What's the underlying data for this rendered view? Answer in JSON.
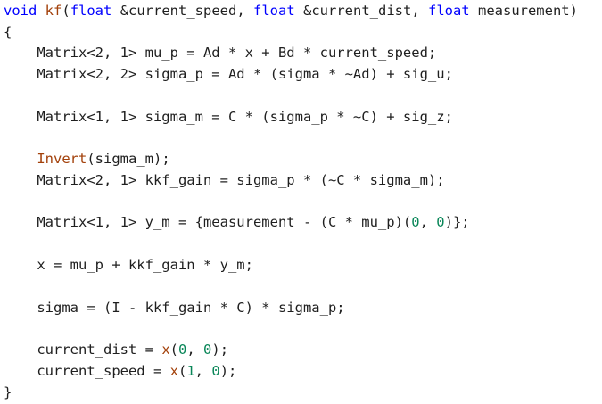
{
  "code": {
    "l1_void": "void",
    "l1_sp1": " ",
    "l1_fn": "kf",
    "l1_p1": "(",
    "l1_float1": "float",
    "l1_p2": " &current_speed, ",
    "l1_float2": "float",
    "l1_p3": " &current_dist, ",
    "l1_float3": "float",
    "l1_p4": " measurement)",
    "l2": "{",
    "l3": "    Matrix<2, 1> mu_p = Ad * x + Bd * current_speed;",
    "l4": "    Matrix<2, 2> sigma_p = Ad * (sigma * ~Ad) + sig_u;",
    "l5": "    Matrix<1, 1> sigma_m = C * (sigma_p * ~C) + sig_z;",
    "l6_indent": "    ",
    "l6_fn": "Invert",
    "l6_rest": "(sigma_m);",
    "l7": "    Matrix<2, 1> kkf_gain = sigma_p * (~C * sigma_m);",
    "l8_pre": "    Matrix<1, 1> y_m = {measurement - (C * mu_p)(",
    "l8_n1": "0",
    "l8_mid": ", ",
    "l8_n2": "0",
    "l8_post": ")};",
    "l9": "    x = mu_p + kkf_gain * y_m;",
    "l10": "    sigma = (I - kkf_gain * C) * sigma_p;",
    "l11_pre": "    current_dist = ",
    "l11_fn": "x",
    "l11_p1": "(",
    "l11_n1": "0",
    "l11_mid": ", ",
    "l11_n2": "0",
    "l11_post": ");",
    "l12_pre": "    current_speed = ",
    "l12_fn": "x",
    "l12_p1": "(",
    "l12_n1": "1",
    "l12_mid": ", ",
    "l12_n2": "0",
    "l12_post": ");",
    "l13": "}"
  },
  "colors": {
    "keyword": "#0000ff",
    "function": "#a3410b",
    "number": "#098658",
    "text": "#1f1f1f"
  }
}
